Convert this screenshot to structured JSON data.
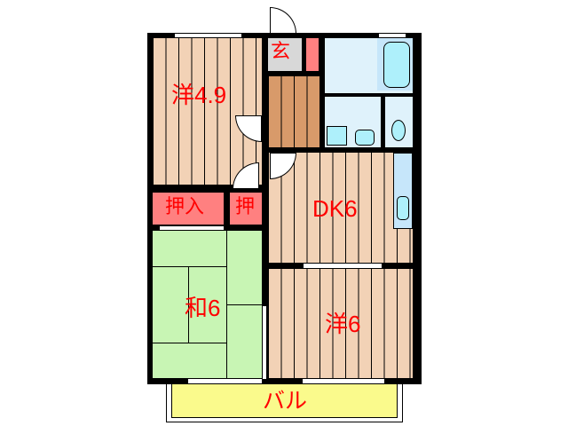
{
  "floorplan": {
    "rooms": [
      {
        "id": "western-1",
        "label": "洋4.9",
        "type": "western",
        "size_jo": 4.9
      },
      {
        "id": "entrance",
        "label": "玄",
        "type": "entrance"
      },
      {
        "id": "closet-large",
        "label": "押入",
        "type": "closet"
      },
      {
        "id": "closet-small",
        "label": "押",
        "type": "closet"
      },
      {
        "id": "dining-kitchen",
        "label": "DK6",
        "type": "dining-kitchen",
        "size_jo": 6
      },
      {
        "id": "japanese",
        "label": "和6",
        "type": "tatami",
        "size_jo": 6
      },
      {
        "id": "western-2",
        "label": "洋6",
        "type": "western",
        "size_jo": 6
      },
      {
        "id": "balcony",
        "label": "バル",
        "type": "balcony"
      }
    ],
    "colors": {
      "wood": "#f2d2b6",
      "dark_wood": "#d89a6a",
      "tatami": "#c8f5b4",
      "wet_area": "#dff2fb",
      "bath": "#c6e6fa",
      "closet": "#ff8080",
      "balcony": "#fafa8c",
      "label": "#ff0000",
      "wall": "#000000"
    }
  }
}
